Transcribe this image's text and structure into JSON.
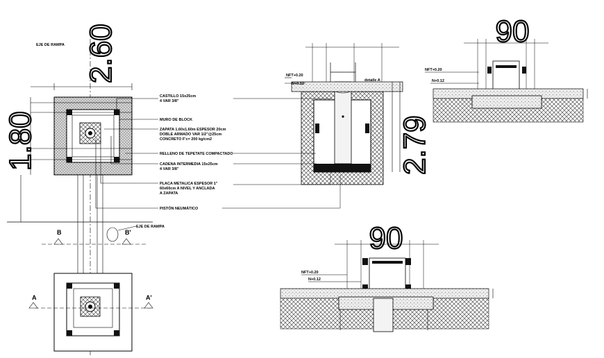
{
  "labels": {
    "eje_top": "EJE DE RAMPA",
    "eje_bottom": "EJE DE RAMPA",
    "dim_260": "2.60",
    "dim_180": "1.80",
    "dim_279": "2.79",
    "dim_90_top": "90",
    "dim_90_mid": "90",
    "castillo_1": "CASTILLO 15x25cm",
    "castillo_2": "4 VAR 3/8\"",
    "muro": "MURO DE BLOCK",
    "zapata_1": "ZAPATA 1.60x1.60m ESPESOR 20cm",
    "zapata_2": "DOBLE ARMADO VAR 1/2\"@25cm",
    "zapata_3": "CONCRETO F'c= 200 kg/cm2",
    "relleno": "RELLENO DE TEPETATE COMPACTADO",
    "cadena_1": "CADENA INTERMEDIA 15x25cm",
    "cadena_2": "4 VAR 3/8\"",
    "placa_1": "PLACA METALICA ESPESOR 1\"",
    "placa_2": "60x60cm A NIVEL Y ANCLADA",
    "placa_3": "A ZAPATA",
    "piston": "PISTÓN NEUMÁTICO",
    "nft_a": "NFT+0.20",
    "n_a": "N+0.12",
    "detalle": "detalle A",
    "nft_b": "NFT+0.20",
    "n_b": "N+0.12",
    "nft_c": "NFT+0.20",
    "n_c": "N+0.12",
    "sec_b": "B",
    "sec_b2": "B'",
    "sec_a": "A",
    "sec_a2": "A'"
  },
  "colors": {
    "line": "#000000",
    "hatch": "#6b6b6b",
    "fill_dark": "#1a1a1a"
  }
}
